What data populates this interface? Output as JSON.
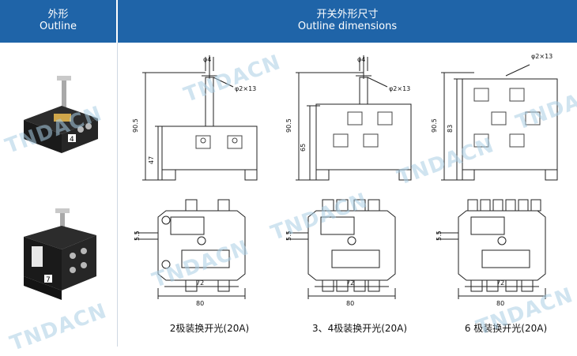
{
  "header": {
    "left_zh": "外形",
    "left_en": "Outline",
    "right_zh": "开关外形尺寸",
    "right_en": "Outline dimensions"
  },
  "watermark": "TNDACN",
  "dims": {
    "d4": "φ4",
    "d2x13": "φ2×13",
    "h905": "90.5",
    "h47": "47",
    "h65": "65",
    "h83": "83",
    "w72": "72",
    "w80": "80",
    "s55": "5.5"
  },
  "captions": [
    "2极装换开光(20A)",
    "3、4极装换开光(20A)",
    "6 极装换开光(20A)"
  ],
  "photo_labels": {
    "top_number": "4",
    "bottom_number": "7"
  }
}
